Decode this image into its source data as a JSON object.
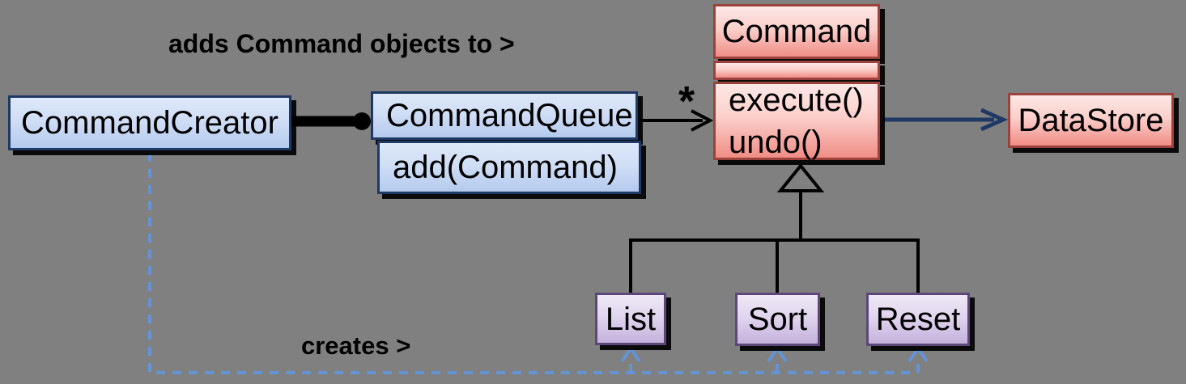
{
  "diagram": {
    "labels": {
      "adds": "adds Command objects to >",
      "creates": "creates >",
      "multiplicity": "*"
    },
    "nodes": {
      "commandCreator": {
        "title": "CommandCreator"
      },
      "commandQueue": {
        "title": "CommandQueue",
        "method": "add(Command)"
      },
      "command": {
        "title": "Command",
        "methods": [
          "execute()",
          "undo()"
        ]
      },
      "dataStore": {
        "title": "DataStore"
      },
      "list": {
        "title": "List"
      },
      "sort": {
        "title": "Sort"
      },
      "reset": {
        "title": "Reset"
      }
    },
    "edges": [
      {
        "from": "CommandCreator",
        "to": "CommandQueue",
        "style": "thick-solid-dot-end",
        "label": "adds Command objects to >"
      },
      {
        "from": "CommandQueue",
        "to": "Command",
        "style": "solid-open-arrow",
        "label": "*"
      },
      {
        "from": "Command",
        "to": "DataStore",
        "style": "navy-open-arrow"
      },
      {
        "from": "Command",
        "to": [
          "List",
          "Sort",
          "Reset"
        ],
        "style": "inheritance-hollow-triangle"
      },
      {
        "from": "CommandCreator",
        "to": [
          "List",
          "Sort",
          "Reset"
        ],
        "style": "dashed-blue-dependency",
        "label": "creates >"
      }
    ]
  },
  "colors": {
    "bg": "#808080",
    "blue_border": "#1f3864",
    "red_border": "#9c423d",
    "purple_border": "#5b4778",
    "connector_black": "#000000",
    "connector_navy": "#1f3864",
    "connector_dashed_blue": "#6494d4"
  }
}
